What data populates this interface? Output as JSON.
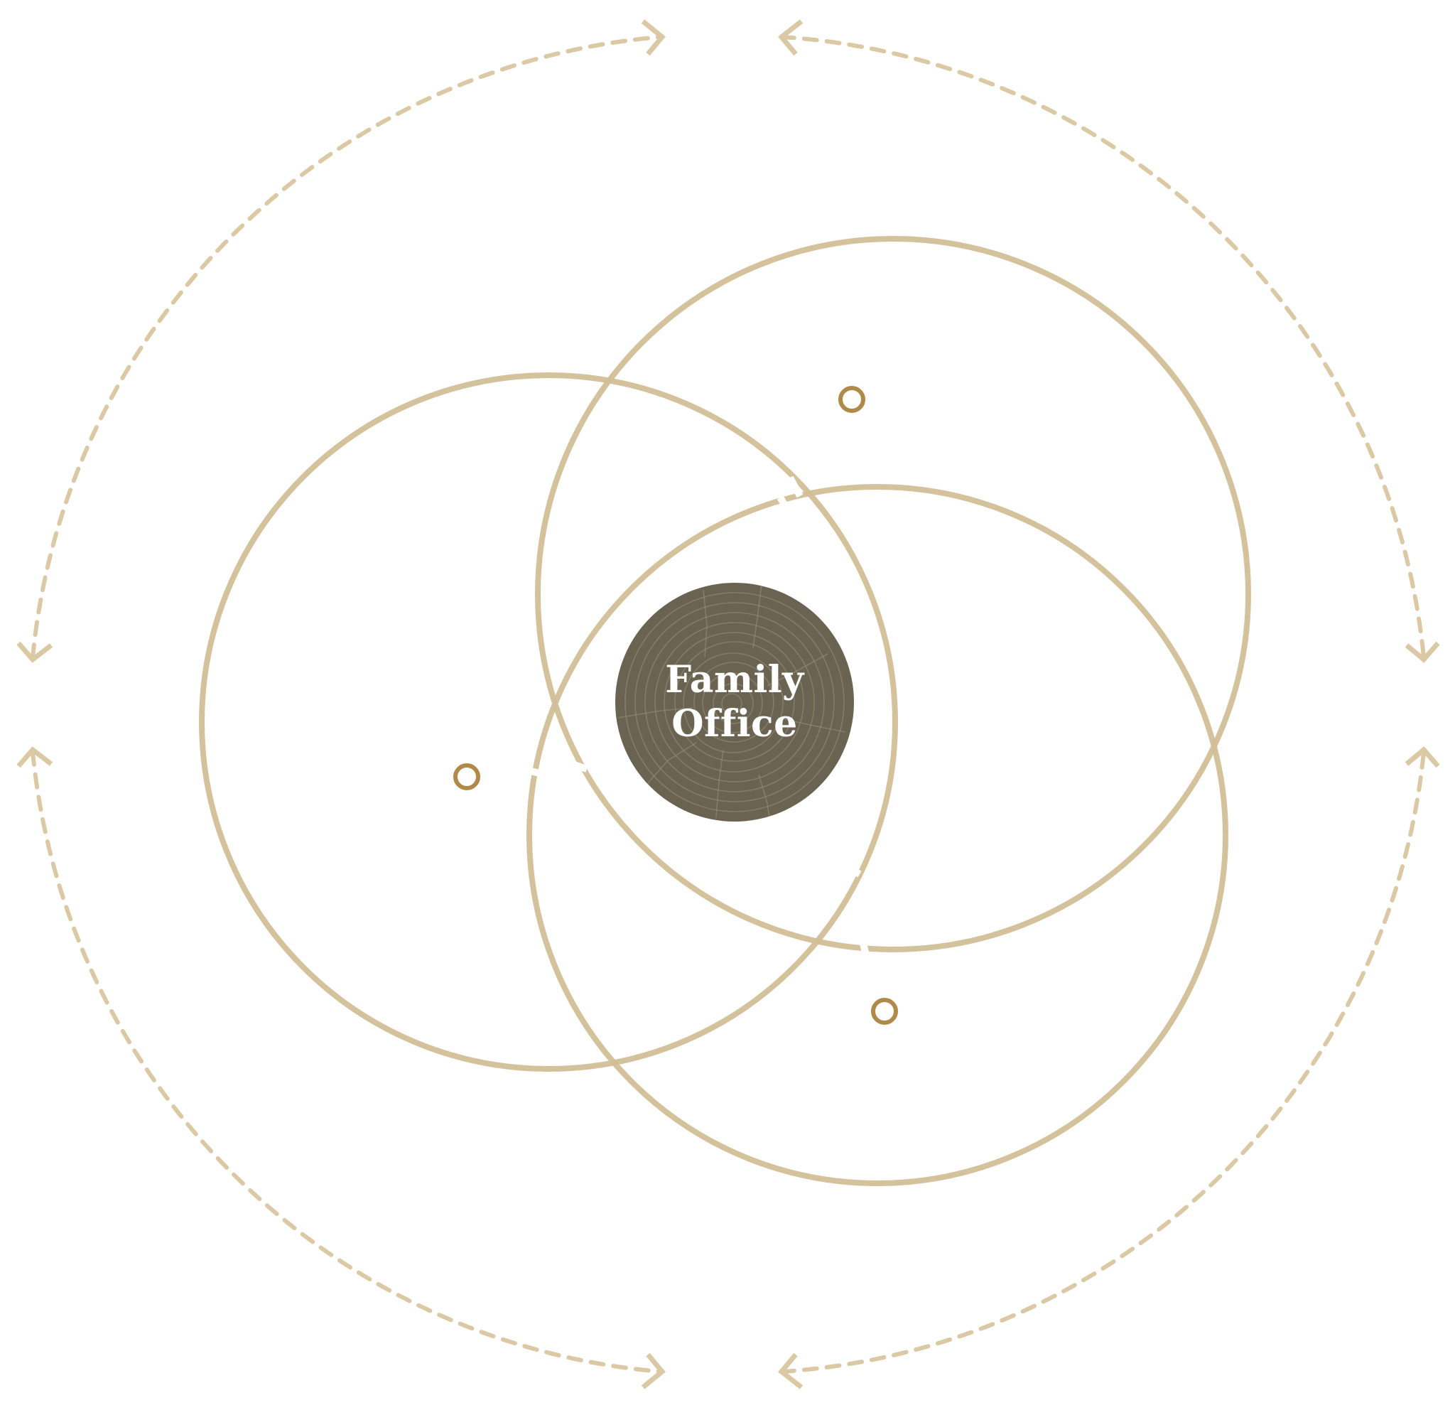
{
  "diagram": {
    "type": "venn-cycle",
    "center": {
      "lines": [
        "Family",
        "Office"
      ],
      "fill_color": "#6b6352",
      "texture": "wood-rings"
    },
    "sets": [
      {
        "id": "left",
        "label": ""
      },
      {
        "id": "top-right",
        "label": ""
      },
      {
        "id": "bottom",
        "label": ""
      }
    ],
    "markers": 3,
    "cycle_arrows": 4,
    "colors": {
      "ring_stroke": "#d2bf97",
      "marker_stroke": "#b08a48",
      "arrow_stroke": "#dbc9a5",
      "background": "#ffffff"
    }
  }
}
